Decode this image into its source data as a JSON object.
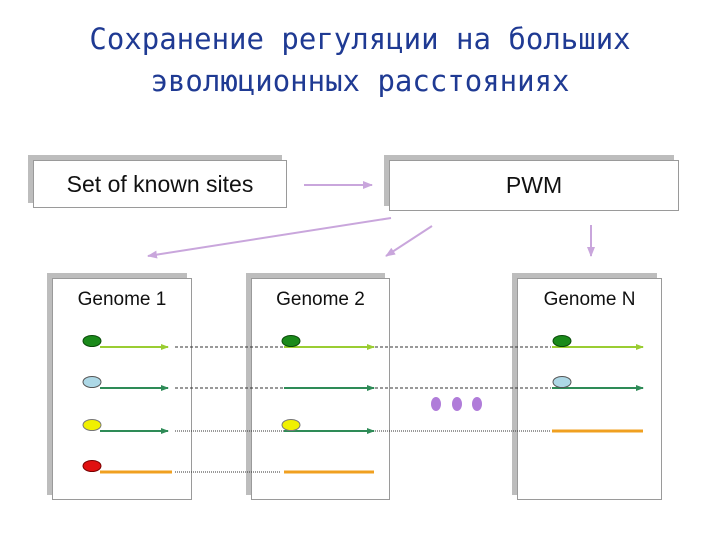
{
  "title": {
    "line1": "Сохранение регуляции на больших",
    "line2": "эволюционных расстояниях"
  },
  "boxes": {
    "sites": "Set of known sites",
    "pwm": "PWM",
    "genome1": "Genome 1",
    "genome2": "Genome 2",
    "genomeN": "Genome N"
  },
  "colors": {
    "title": "#1f3a93",
    "arrow_light": "#c9a6dc",
    "ellipsis_dots": "#b07cd9",
    "site_dark_green": "#1a8a1a",
    "site_light_blue": "#add8e6",
    "site_yellow": "#f0f000",
    "site_red": "#e01010",
    "gene_yellowgreen": "#9acd32",
    "gene_teal": "#2e8b57",
    "gene_orange": "#f0a020"
  }
}
